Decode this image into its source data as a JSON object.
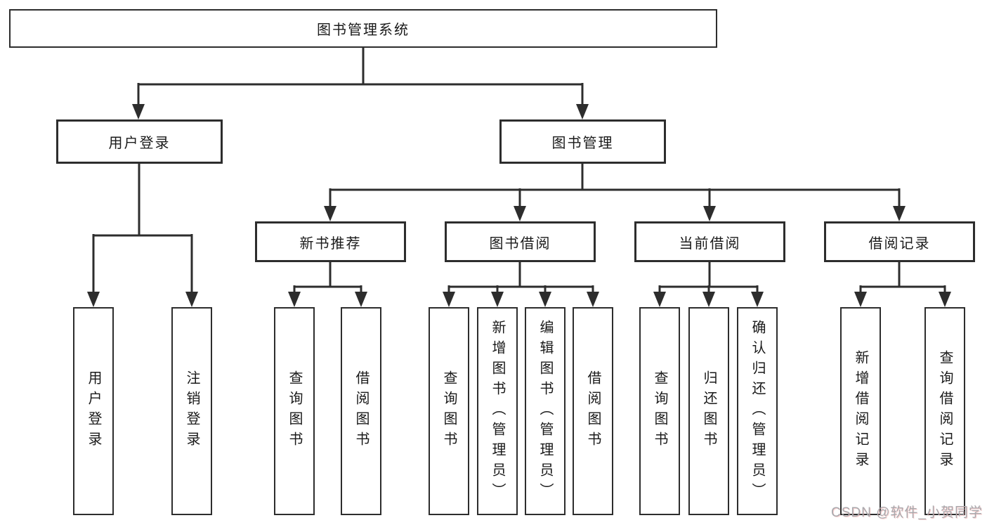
{
  "tree": {
    "root": "图书管理系统",
    "user_login": {
      "label": "用户登录",
      "children": {
        "login": "用户登录",
        "logout": "注销登录"
      }
    },
    "book_mgmt": {
      "label": "图书管理",
      "sections": {
        "new_book_rec": {
          "label": "新书推荐",
          "children": {
            "query": "查询图书",
            "borrow": "借阅图书"
          }
        },
        "book_borrow": {
          "label": "图书借阅",
          "children": {
            "query": "查询图书",
            "add": "新增图书（管理员）",
            "edit": "编辑图书（管理员）",
            "borrow": "借阅图书"
          }
        },
        "current_borrow": {
          "label": "当前借阅",
          "children": {
            "query": "查询图书",
            "return": "归还图书",
            "confirm": "确认归还（管理员）"
          }
        },
        "borrow_records": {
          "label": "借阅记录",
          "children": {
            "add": "新增借阅记录",
            "query": "查询借阅记录"
          }
        }
      }
    }
  },
  "watermark": "CSDN @软件_小贺同学",
  "colors": {
    "line": "#2d2d2d",
    "box_bg": "#ffffff",
    "text": "#1a1a1a",
    "watermark": "#a9a9ad"
  }
}
